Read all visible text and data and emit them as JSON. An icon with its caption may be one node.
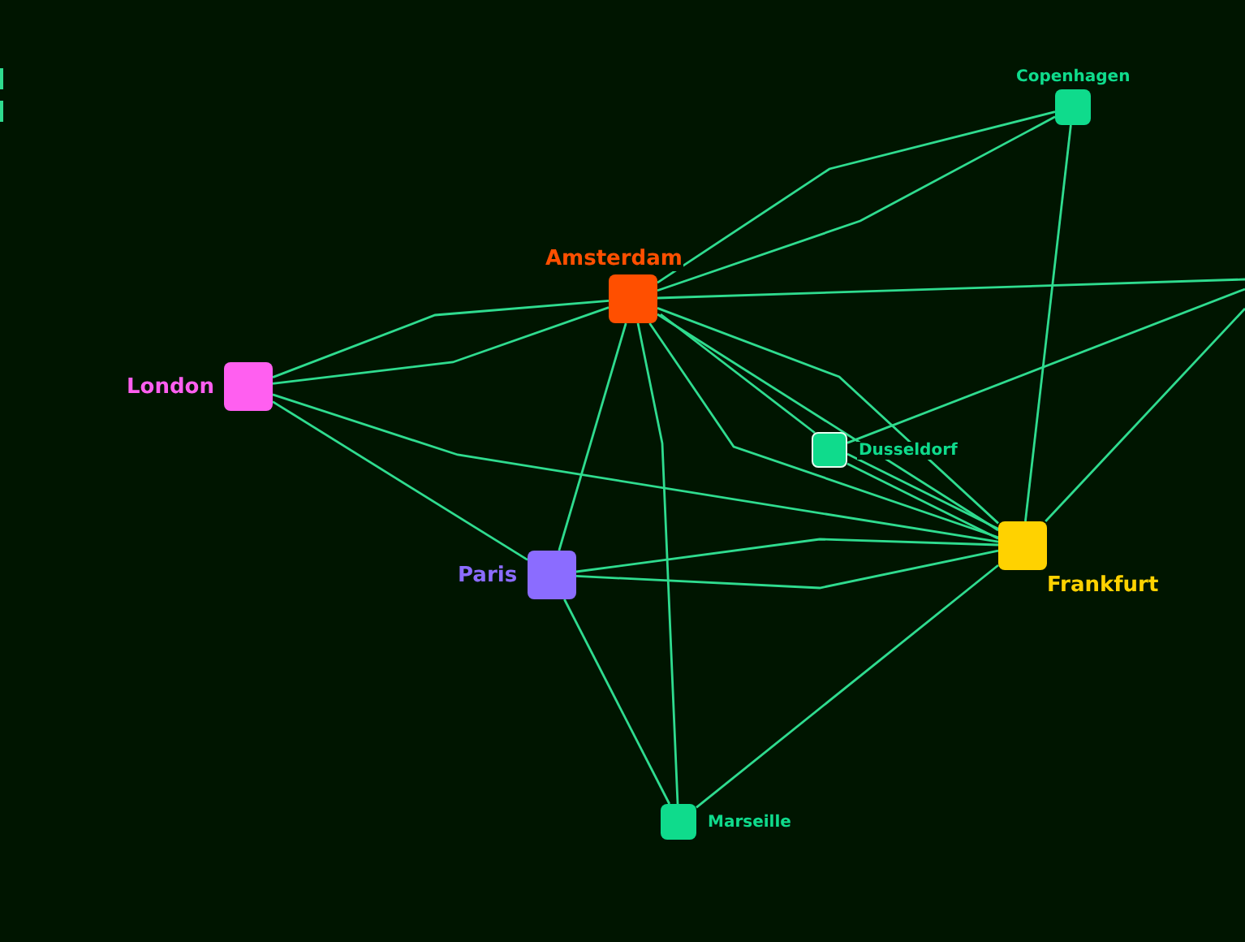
{
  "diagram": {
    "nodes": [
      {
        "text": [
          "Copenhagen"
        ]
      },
      {
        "text": [
          "Amsterdam"
        ]
      },
      {
        "text": [
          "London"
        ]
      },
      {
        "text": [
          "Dusseldorf"
        ]
      },
      {
        "text": [
          "Frankfurt"
        ]
      },
      {
        "text": [
          "Paris"
        ]
      },
      {
        "text": [
          "Marseille"
        ]
      }
    ],
    "edges": [
      {
        "from": 1,
        "to": 0,
        "arrow": "none"
      },
      {
        "from": 1,
        "to": 0,
        "arrow": "none"
      },
      {
        "from": 0,
        "to": 4,
        "arrow": "none"
      },
      {
        "from": 1,
        "to": null,
        "arrow": "none"
      },
      {
        "from": 1,
        "to": 2,
        "arrow": "none"
      },
      {
        "from": 1,
        "to": 2,
        "arrow": "none"
      },
      {
        "from": 1,
        "to": 5,
        "arrow": "none"
      },
      {
        "from": 1,
        "to": 6,
        "arrow": "none"
      },
      {
        "from": 1,
        "to": 4,
        "arrow": "none"
      },
      {
        "from": 1,
        "to": 4,
        "arrow": "none"
      },
      {
        "from": 1,
        "to": 4,
        "arrow": "none"
      },
      {
        "from": 1,
        "to": 3,
        "arrow": "none"
      },
      {
        "from": 3,
        "to": 4,
        "arrow": "none"
      },
      {
        "from": 3,
        "to": 4,
        "arrow": "none"
      },
      {
        "from": 3,
        "to": null,
        "arrow": "none"
      },
      {
        "from": 4,
        "to": null,
        "arrow": "none"
      },
      {
        "from": 2,
        "to": 4,
        "arrow": "none"
      },
      {
        "from": 2,
        "to": 5,
        "arrow": "none"
      },
      {
        "from": 5,
        "to": 4,
        "arrow": "none"
      },
      {
        "from": 5,
        "to": 4,
        "arrow": "none"
      },
      {
        "from": 5,
        "to": 6,
        "arrow": "none"
      },
      {
        "from": 6,
        "to": 4,
        "arrow": "none"
      }
    ]
  }
}
